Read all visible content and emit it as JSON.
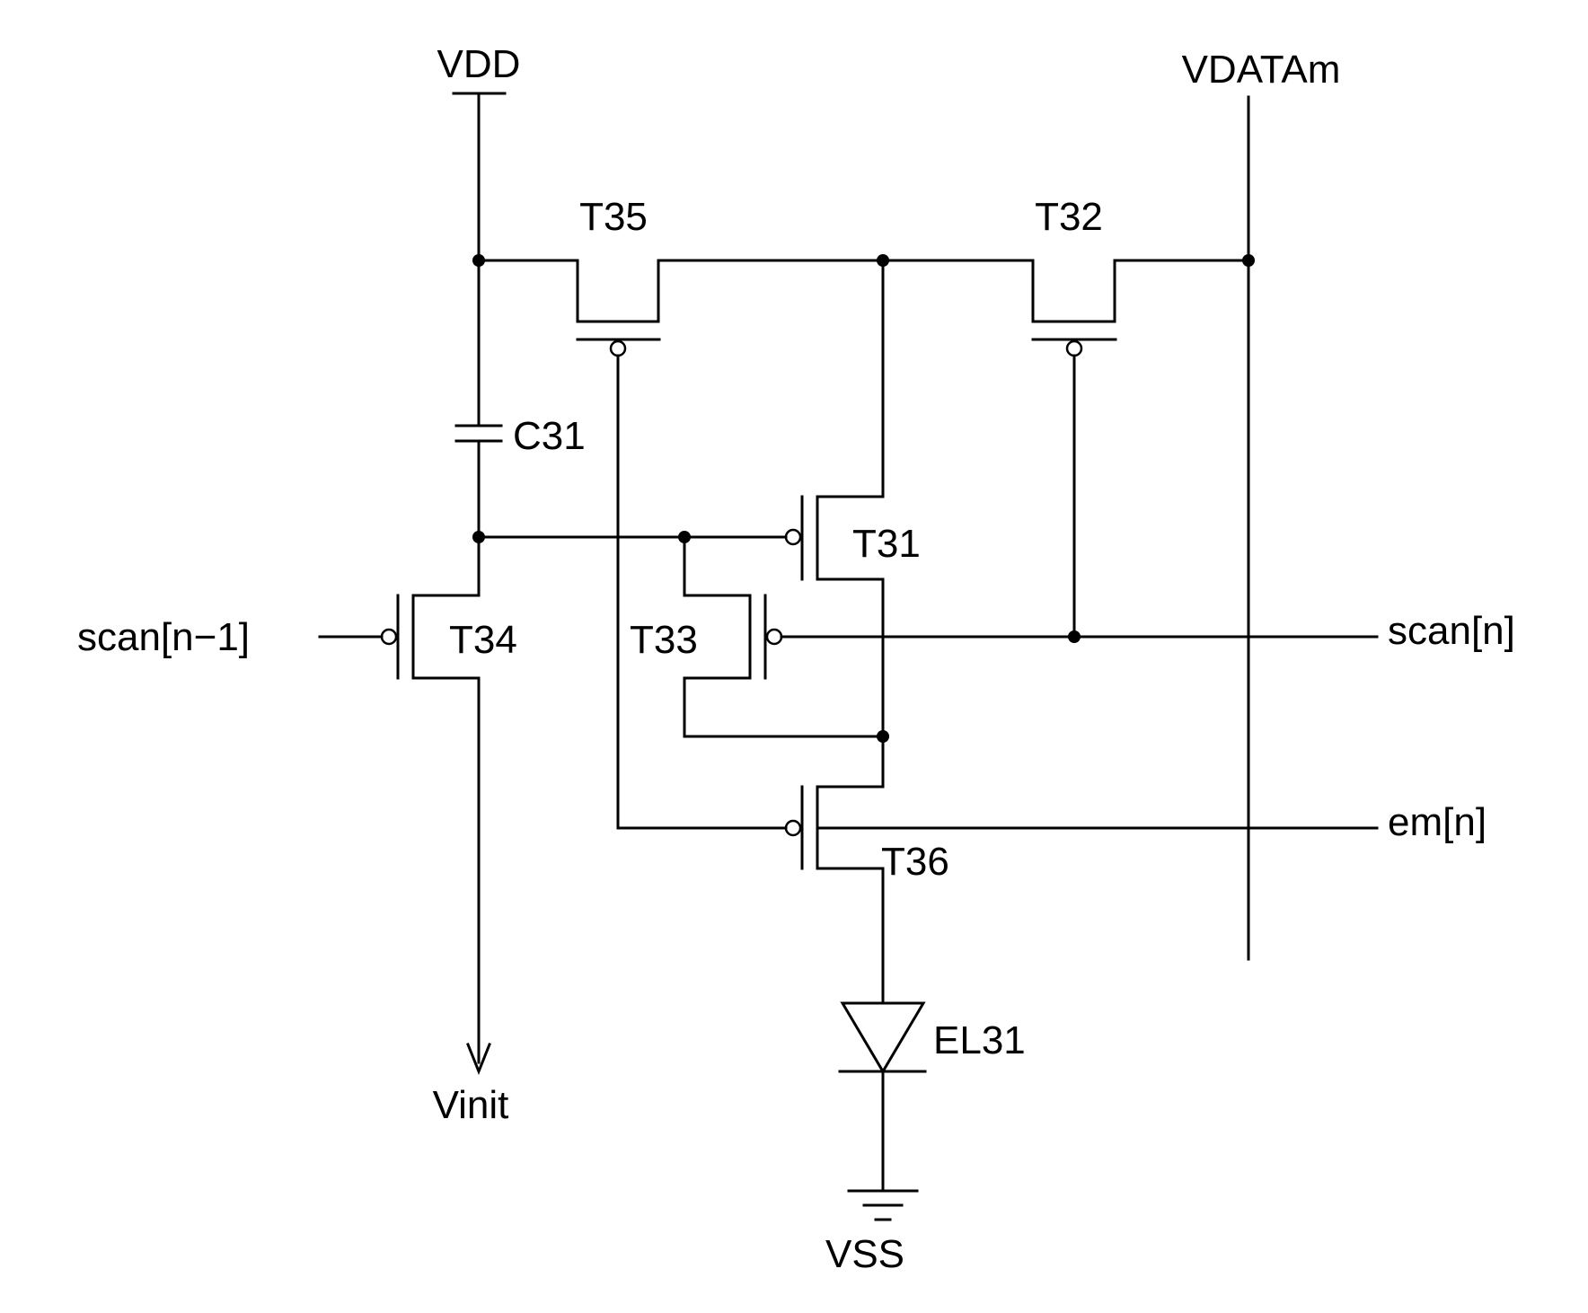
{
  "labels": {
    "vdd": "VDD",
    "vdata": "VDATAm",
    "t35": "T35",
    "t32": "T32",
    "c31": "C31",
    "t31": "T31",
    "scan_prev": "scan[n−1]",
    "t34": "T34",
    "t33": "T33",
    "scan_n": "scan[n]",
    "em_n": "em[n]",
    "t36": "T36",
    "el31": "EL31",
    "vinit": "Vinit",
    "vss": "VSS"
  },
  "colors": {
    "line": "#000000",
    "background": "#ffffff"
  }
}
